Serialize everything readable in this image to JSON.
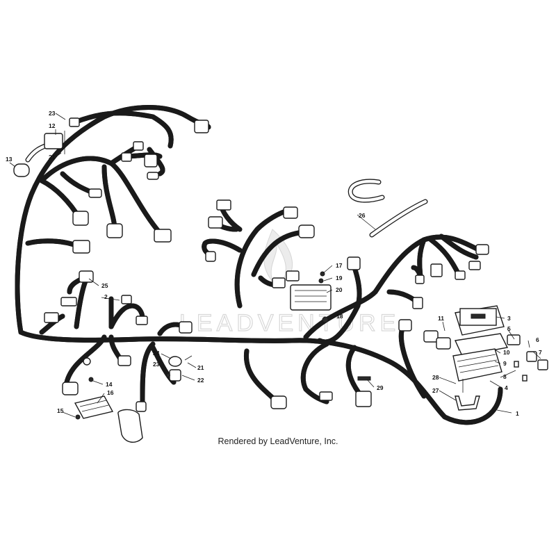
{
  "credit": "Rendered by LeadVenture, Inc.",
  "watermark": "LEADVENTURE",
  "callouts": [
    "1",
    "2",
    "3",
    "4",
    "5",
    "6",
    "7",
    "8",
    "9",
    "10",
    "11",
    "12",
    "13",
    "14",
    "15",
    "16",
    "17",
    "18",
    "19",
    "20",
    "21",
    "21",
    "21",
    "22",
    "23",
    "23",
    "24",
    "25",
    "26",
    "27",
    "28",
    "29"
  ]
}
